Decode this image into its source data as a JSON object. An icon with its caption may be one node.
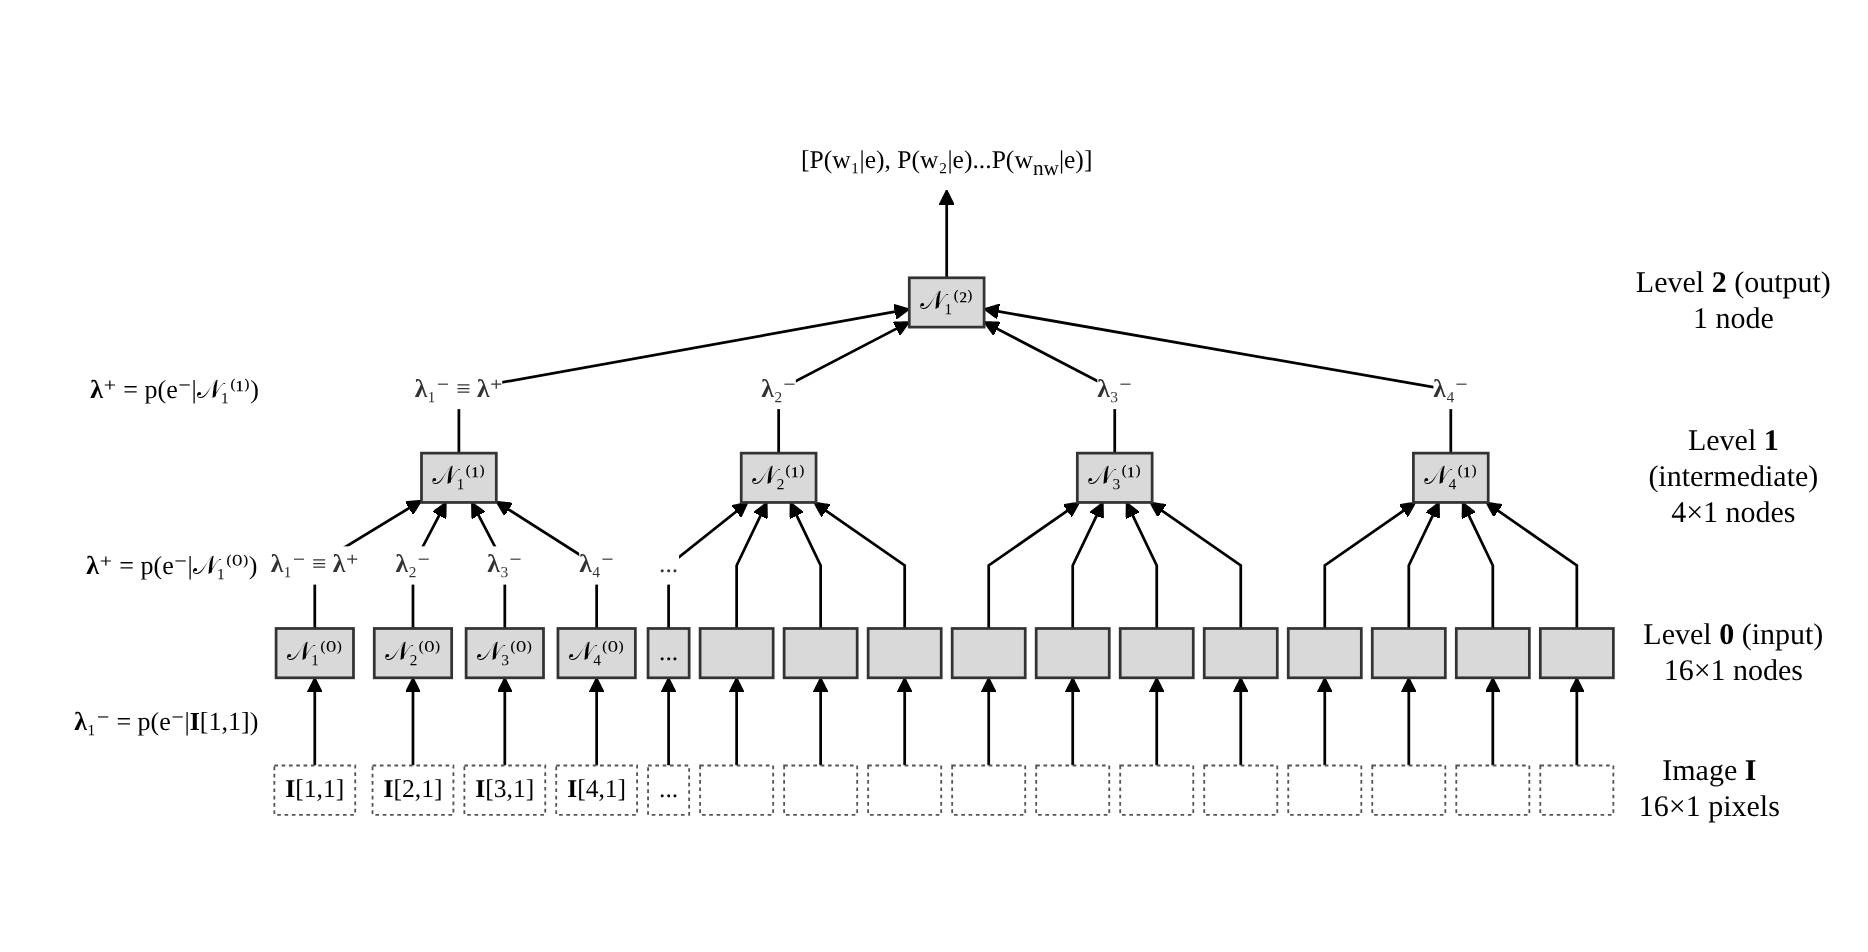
{
  "diagram": {
    "nodes": [
      {
        "text": [
          "[P(w₁|e), P(w₂|e)...P(w$_{nw}$|e)]"
        ]
      },
      {
        "text": [
          "𝒩₁⁽²⁾"
        ]
      },
      {
        "text": [
          "𝒩₁⁽¹⁾"
        ]
      },
      {
        "text": [
          "𝒩₂⁽¹⁾"
        ]
      },
      {
        "text": [
          "𝒩₃⁽¹⁾"
        ]
      },
      {
        "text": [
          "𝒩₄⁽¹⁾"
        ]
      },
      {
        "text": [
          "𝒩₁⁽⁰⁾"
        ]
      },
      {
        "text": [
          "𝒩₂⁽⁰⁾"
        ]
      },
      {
        "text": [
          "𝒩₃⁽⁰⁾"
        ]
      },
      {
        "text": [
          "𝒩₄⁽⁰⁾"
        ]
      },
      {
        "text": [
          "..."
        ]
      },
      {
        "text": [],
        "shape": "box"
      },
      {
        "text": [],
        "shape": "box"
      },
      {
        "text": [],
        "shape": "box"
      },
      {
        "text": [],
        "shape": "box"
      },
      {
        "text": [],
        "shape": "box"
      },
      {
        "text": [],
        "shape": "box"
      },
      {
        "text": [],
        "shape": "box"
      },
      {
        "text": [],
        "shape": "box"
      },
      {
        "text": [],
        "shape": "box"
      },
      {
        "text": [],
        "shape": "box"
      },
      {
        "text": [],
        "shape": "box"
      },
      {
        "text": [
          "**I**[1,1]"
        ]
      },
      {
        "text": [
          "**I**[2,1]"
        ]
      },
      {
        "text": [
          "**I**[3,1]"
        ]
      },
      {
        "text": [
          "**I**[4,1]"
        ]
      },
      {
        "text": [
          "..."
        ]
      },
      {
        "text": [],
        "shape": "box"
      },
      {
        "text": [],
        "shape": "box"
      },
      {
        "text": [],
        "shape": "box"
      },
      {
        "text": [],
        "shape": "box"
      },
      {
        "text": [],
        "shape": "box"
      },
      {
        "text": [],
        "shape": "box"
      },
      {
        "text": [],
        "shape": "box"
      },
      {
        "text": [],
        "shape": "box"
      },
      {
        "text": [],
        "shape": "box"
      },
      {
        "text": [],
        "shape": "box"
      },
      {
        "text": [],
        "shape": "box"
      }
    ],
    "edges": [
      {
        "from": 1,
        "to": 0,
        "arrow": "to"
      },
      {
        "from": 2,
        "to": 1,
        "arrow": "to",
        "label": "**λ**₁⁻ ≡ **λ**⁺"
      },
      {
        "from": 3,
        "to": 1,
        "arrow": "to",
        "label": "**λ**₂⁻"
      },
      {
        "from": 4,
        "to": 1,
        "arrow": "to",
        "label": "**λ**₃⁻"
      },
      {
        "from": 5,
        "to": 1,
        "arrow": "to",
        "label": "**λ**₄⁻"
      },
      {
        "from": 6,
        "to": 2,
        "arrow": "to",
        "label": "**λ**₁⁻ ≡ **λ**⁺"
      },
      {
        "from": 7,
        "to": 2,
        "arrow": "to",
        "label": "**λ**₂⁻"
      },
      {
        "from": 8,
        "to": 2,
        "arrow": "to",
        "label": "**λ**₃⁻"
      },
      {
        "from": 9,
        "to": 2,
        "arrow": "to",
        "label": "**λ**₄⁻"
      },
      {
        "from": 10,
        "to": 3,
        "arrow": "to",
        "label": "..."
      },
      {
        "from": 11,
        "to": 3,
        "arrow": "to"
      },
      {
        "from": 12,
        "to": 3,
        "arrow": "to"
      },
      {
        "from": 13,
        "to": 3,
        "arrow": "to"
      },
      {
        "from": 14,
        "to": 4,
        "arrow": "to"
      },
      {
        "from": 15,
        "to": 4,
        "arrow": "to"
      },
      {
        "from": 16,
        "to": 4,
        "arrow": "to"
      },
      {
        "from": 17,
        "to": 4,
        "arrow": "to"
      },
      {
        "from": 18,
        "to": 5,
        "arrow": "to"
      },
      {
        "from": 19,
        "to": 5,
        "arrow": "to"
      },
      {
        "from": 20,
        "to": 5,
        "arrow": "to"
      },
      {
        "from": 21,
        "to": 5,
        "arrow": "to"
      },
      {
        "from": 22,
        "to": 6,
        "arrow": "to"
      },
      {
        "from": 23,
        "to": 7,
        "arrow": "to"
      },
      {
        "from": 24,
        "to": 8,
        "arrow": "to"
      },
      {
        "from": 25,
        "to": 9,
        "arrow": "to"
      },
      {
        "from": 26,
        "to": 10,
        "arrow": "to"
      },
      {
        "from": 27,
        "to": 11,
        "arrow": "to"
      },
      {
        "from": 28,
        "to": 12,
        "arrow": "to"
      },
      {
        "from": 29,
        "to": 13,
        "arrow": "to"
      },
      {
        "from": 30,
        "to": 14,
        "arrow": "to"
      },
      {
        "from": 31,
        "to": 15,
        "arrow": "to"
      },
      {
        "from": 32,
        "to": 16,
        "arrow": "to"
      },
      {
        "from": 33,
        "to": 17,
        "arrow": "to"
      },
      {
        "from": 34,
        "to": 18,
        "arrow": "to"
      },
      {
        "from": 35,
        "to": 19,
        "arrow": "to"
      },
      {
        "from": 36,
        "to": 20,
        "arrow": "to"
      },
      {
        "from": 37,
        "to": 21,
        "arrow": "to"
      }
    ],
    "labels": [
      "Level **2** (output) 1 node",
      "**λ**⁺ = p(e⁻|𝒩₁⁽¹⁾)",
      "Level **1** (intermediate) 4×1 nodes",
      "**λ**⁺ = p(e⁻|𝒩₁⁽⁰⁾)",
      "Level **0** (input) 16×1 nodes",
      "**λ**₁⁻ = p(e⁻|**I**[1,1])",
      "Image **I** 16×1 pixels"
    ]
  }
}
